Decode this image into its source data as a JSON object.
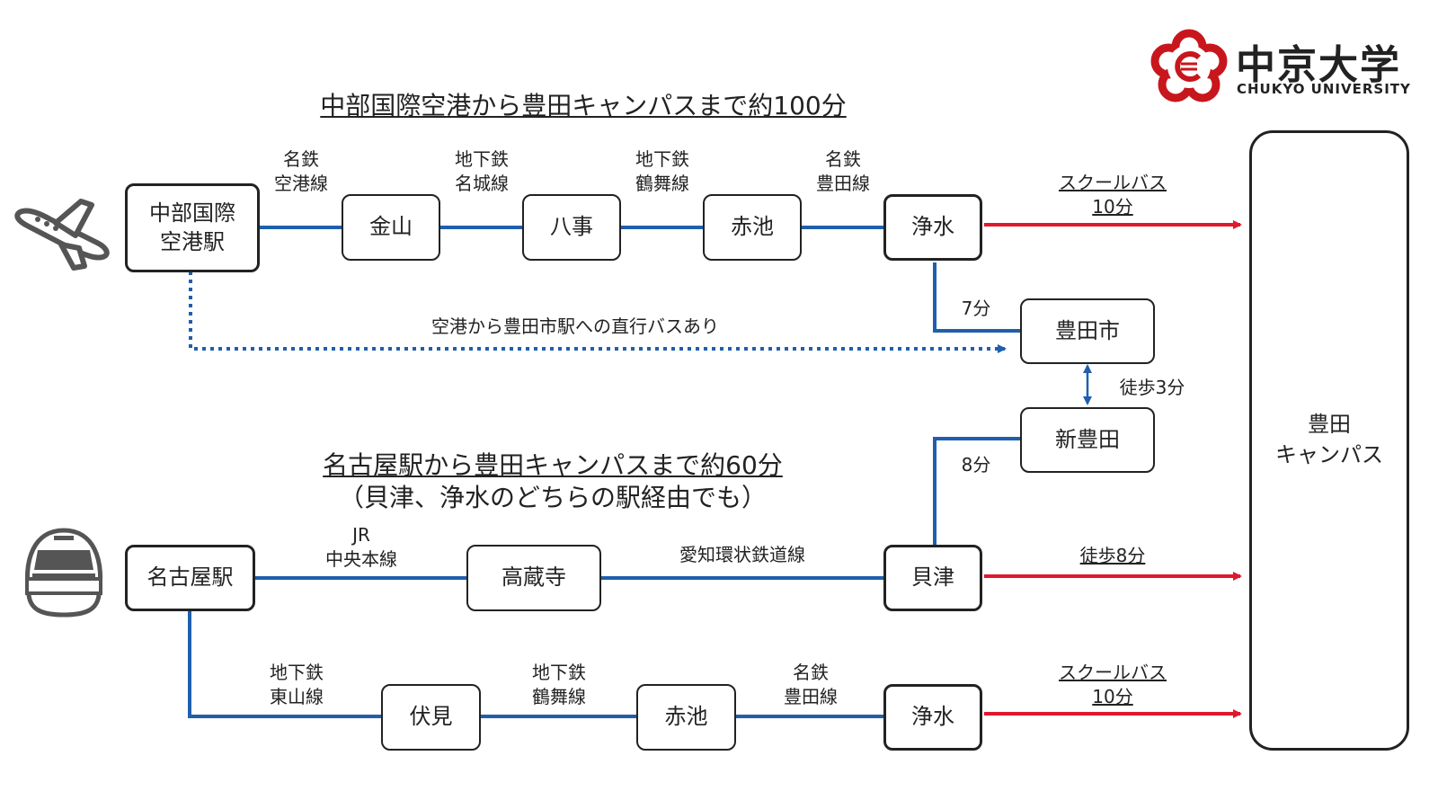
{
  "logo": {
    "name": "中京大学",
    "sub": "CHUKYO UNIVERSITY"
  },
  "headings": {
    "airport": "中部国際空港から豊田キャンパスまで約100分",
    "nagoya": "名古屋駅から豊田キャンパスまで約60分",
    "nagoya_sub": "（貝津、浄水のどちらの駅経由でも）"
  },
  "campus": {
    "line1": "豊田",
    "line2": "キャンパス"
  },
  "stations": {
    "centrair": "中部国際\n空港駅",
    "kanayama": "金山",
    "yagoto": "八事",
    "akaike1": "赤池",
    "josui1": "浄水",
    "toyotashi": "豊田市",
    "shintoyota": "新豊田",
    "nagoya": "名古屋駅",
    "takakuraji": "高蔵寺",
    "kaizu": "貝津",
    "fushimi": "伏見",
    "akaike2": "赤池",
    "josui2": "浄水"
  },
  "labels": {
    "meitetsu_airport": "名鉄\n空港線",
    "meijo": "地下鉄\n名城線",
    "tsurumai1": "地下鉄\n鶴舞線",
    "meitetsu_toyota1": "名鉄\n豊田線",
    "school_bus1": "スクールバス\n10分",
    "seven_min": "7分",
    "direct_bus": "空港から豊田市駅への直行バスあり",
    "walk3": "徒歩3分",
    "eight_min": "8分",
    "jr_chuo": "JR\n中央本線",
    "aichi_kanjo": "愛知環状鉄道線",
    "walk8": "徒歩8分",
    "higashiyama": "地下鉄\n東山線",
    "tsurumai2": "地下鉄\n鶴舞線",
    "meitetsu_toyota2": "名鉄\n豊田線",
    "school_bus2": "スクールバス\n10分"
  },
  "icons": [
    "airplane-icon",
    "shinkansen-icon",
    "chukyo-logo-icon"
  ],
  "colors": {
    "rail": "#1f5fad",
    "bus": "#e0182d",
    "border": "#222222"
  }
}
